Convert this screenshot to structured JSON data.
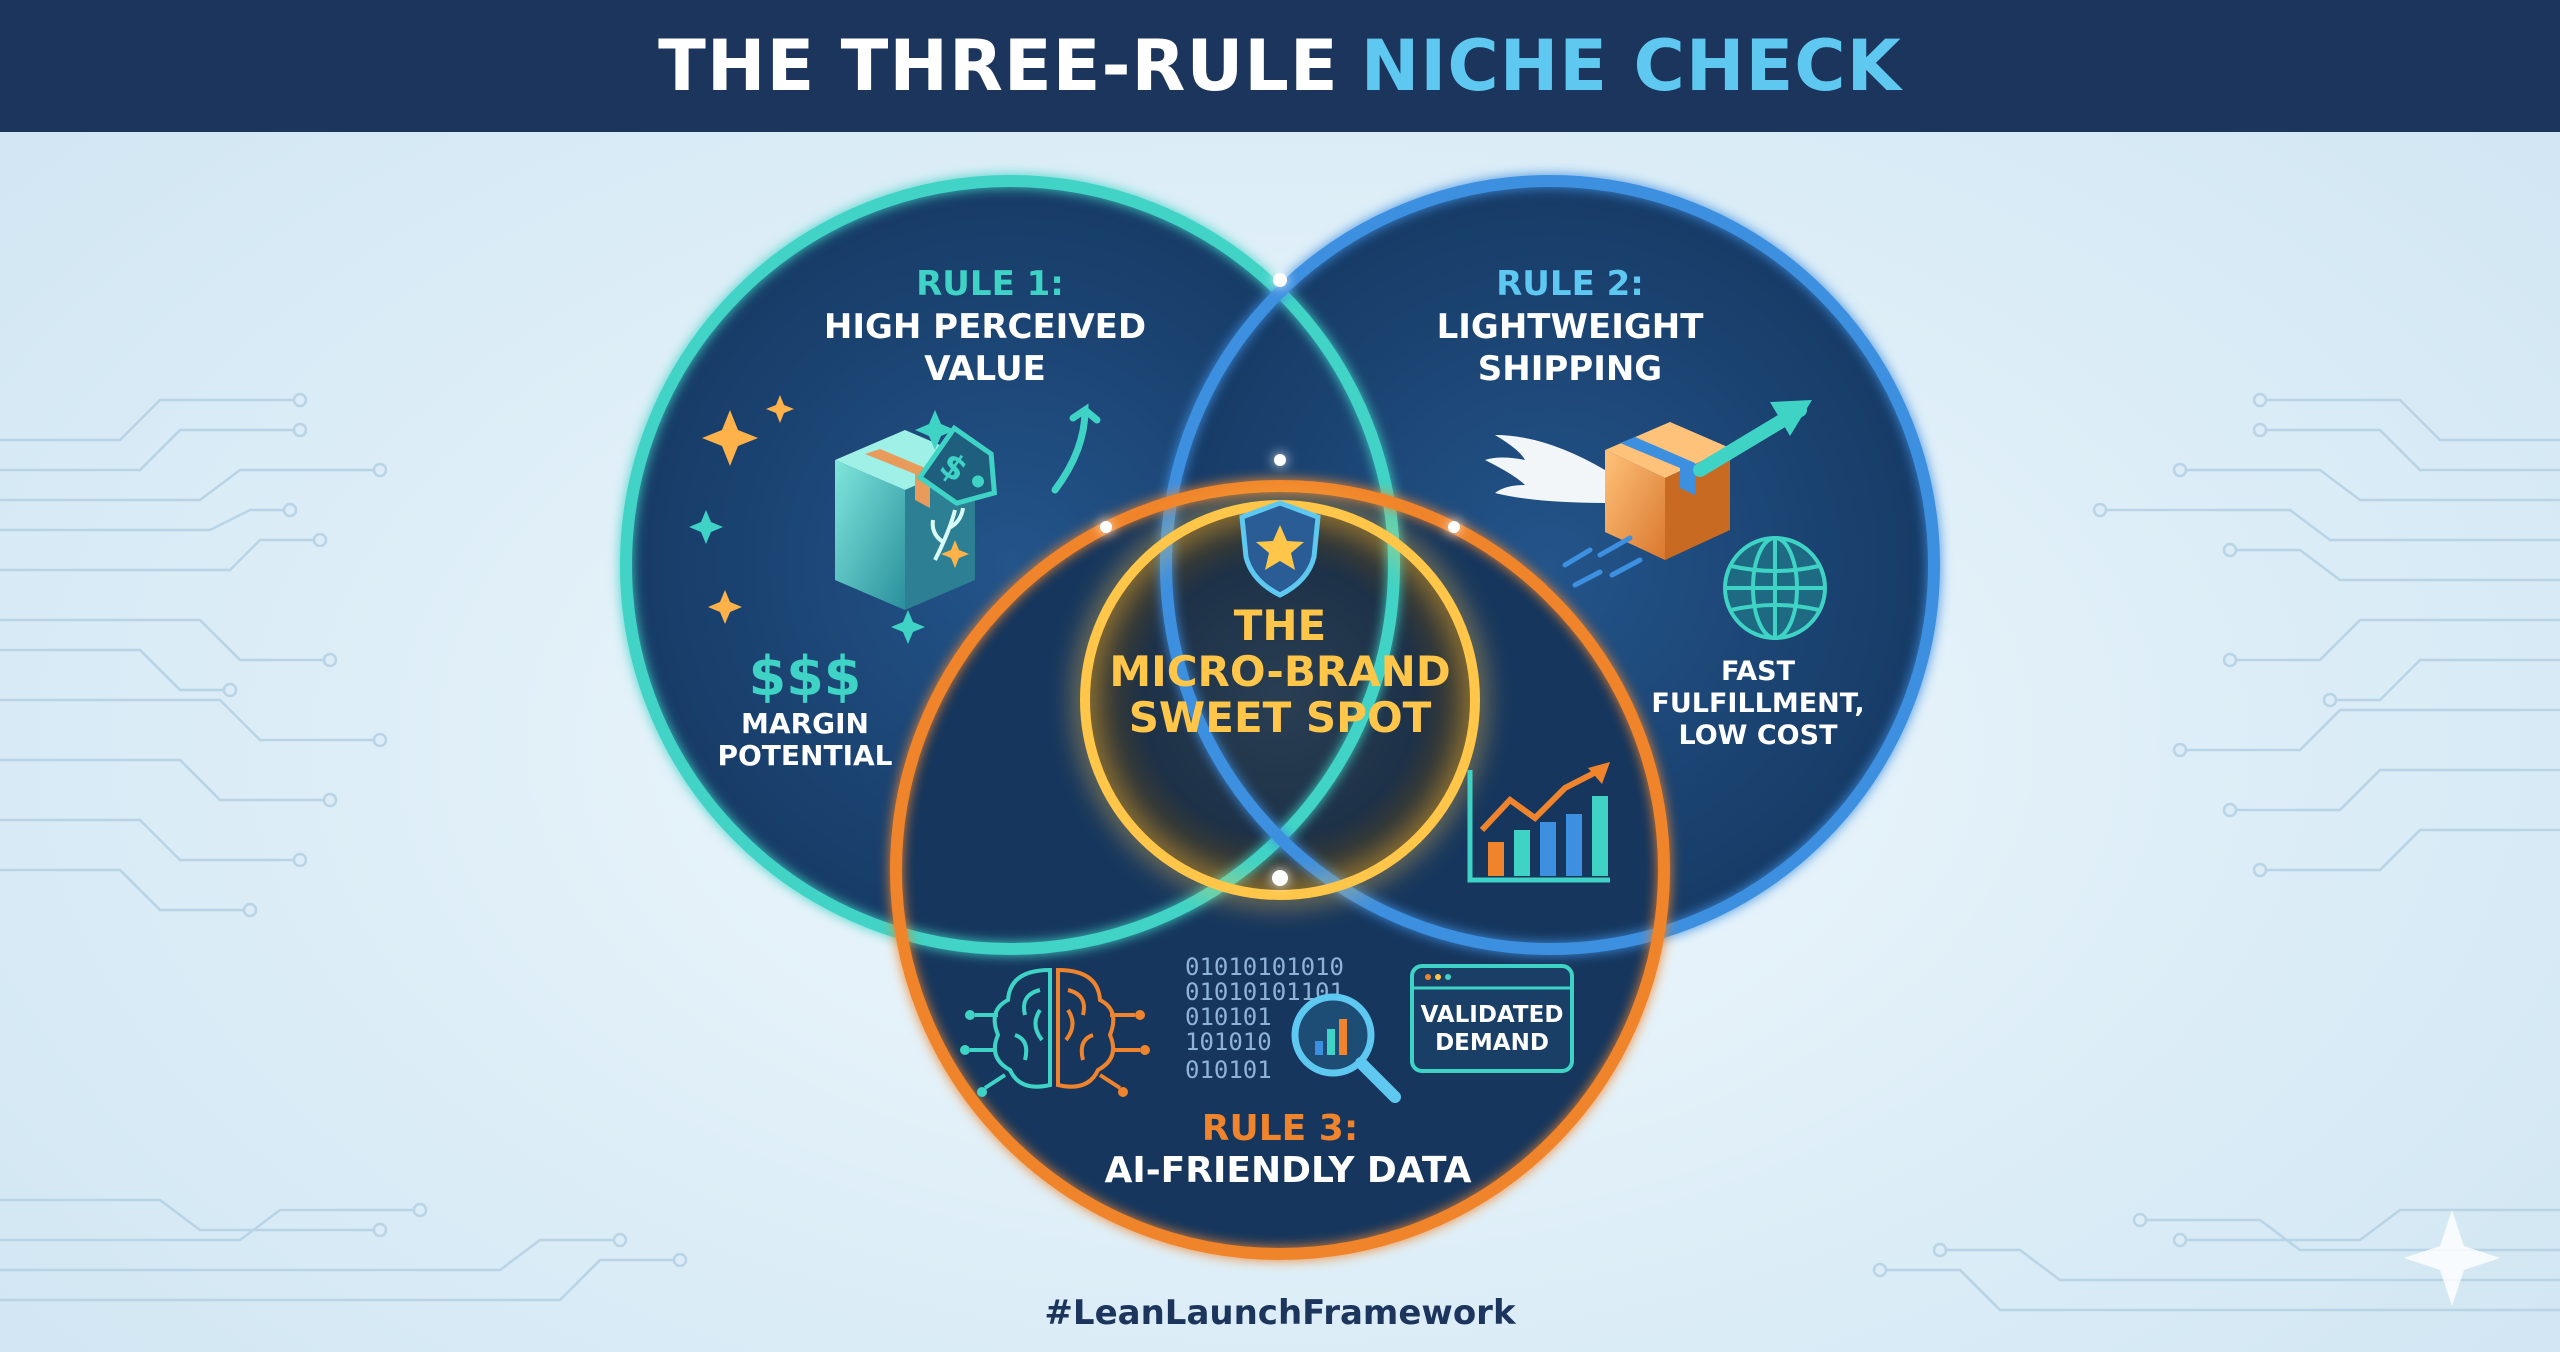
{
  "title": {
    "main": "THE THREE-RULE",
    "highlight": "NICHE CHECK"
  },
  "rule1": {
    "heading": "RULE 1:",
    "line1": "HIGH PERCEIVED",
    "line2": "VALUE",
    "symbol": "$$$",
    "caption1": "MARGIN",
    "caption2": "POTENTIAL",
    "price_tag_symbol": "$"
  },
  "rule2": {
    "heading": "RULE 2:",
    "line1": "LIGHTWEIGHT",
    "line2": "SHIPPING",
    "caption1": "FAST",
    "caption2": "FULFILLMENT,",
    "caption3": "LOW COST"
  },
  "rule3": {
    "heading": "RULE 3:",
    "line1": "AI-FRIENDLY DATA",
    "binary": [
      "01010101010",
      "01010101101",
      "010101",
      "101010",
      "010101"
    ],
    "badge1": "VALIDATED",
    "badge2": "DEMAND"
  },
  "center": {
    "line1": "THE",
    "line2": "MICRO-BRAND",
    "line3": "SWEET SPOT"
  },
  "hashtag": "#LeanLaunchFramework",
  "icons": {
    "box": "product-box-icon",
    "tag": "price-tag-icon",
    "winged_box": "winged-box-icon",
    "globe": "globe-icon",
    "shield": "shield-star-icon",
    "chart": "growth-chart-icon",
    "brain": "brain-circuit-icon",
    "magnifier": "magnifier-chart-icon"
  },
  "colors": {
    "teal": "#3fd3c6",
    "blue": "#3d8fe0",
    "orange": "#f0842c",
    "gold": "#ffc64a",
    "navy": "#1c355d",
    "cyan_text": "#5ec8f0"
  }
}
